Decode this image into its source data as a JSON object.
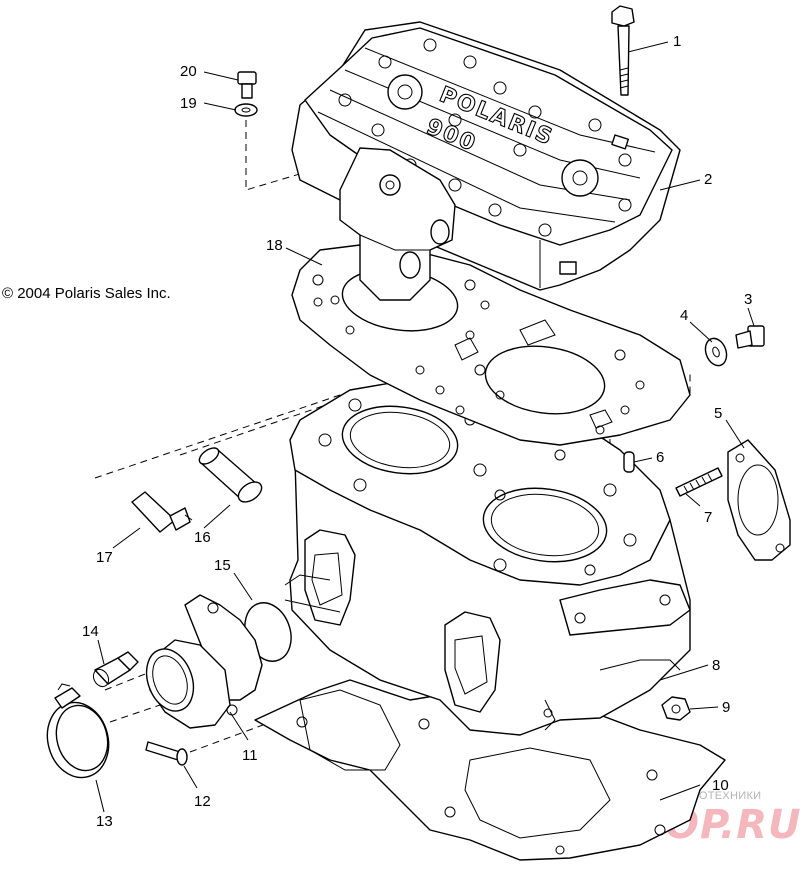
{
  "copyright": "© 2004 Polaris Sales Inc.",
  "head_brand": "POLARIS",
  "head_model": "900",
  "watermark": {
    "tagline": "ЗАПЧАСТИ И АКСЕССУАРЫ ДЛЯ МОТОТЕХНИКИ",
    "logo": "PARTSTOP.RU"
  },
  "callouts": [
    {
      "id": "1",
      "label": "1"
    },
    {
      "id": "2",
      "label": "2"
    },
    {
      "id": "3",
      "label": "3"
    },
    {
      "id": "4",
      "label": "4"
    },
    {
      "id": "5",
      "label": "5"
    },
    {
      "id": "6",
      "label": "6"
    },
    {
      "id": "7",
      "label": "7"
    },
    {
      "id": "8",
      "label": "8"
    },
    {
      "id": "9",
      "label": "9"
    },
    {
      "id": "10",
      "label": "10"
    },
    {
      "id": "11",
      "label": "11"
    },
    {
      "id": "12",
      "label": "12"
    },
    {
      "id": "13",
      "label": "13"
    },
    {
      "id": "14",
      "label": "14"
    },
    {
      "id": "15",
      "label": "15"
    },
    {
      "id": "16",
      "label": "16"
    },
    {
      "id": "17",
      "label": "17"
    },
    {
      "id": "18",
      "label": "18"
    },
    {
      "id": "19",
      "label": "19"
    },
    {
      "id": "20",
      "label": "20"
    }
  ]
}
